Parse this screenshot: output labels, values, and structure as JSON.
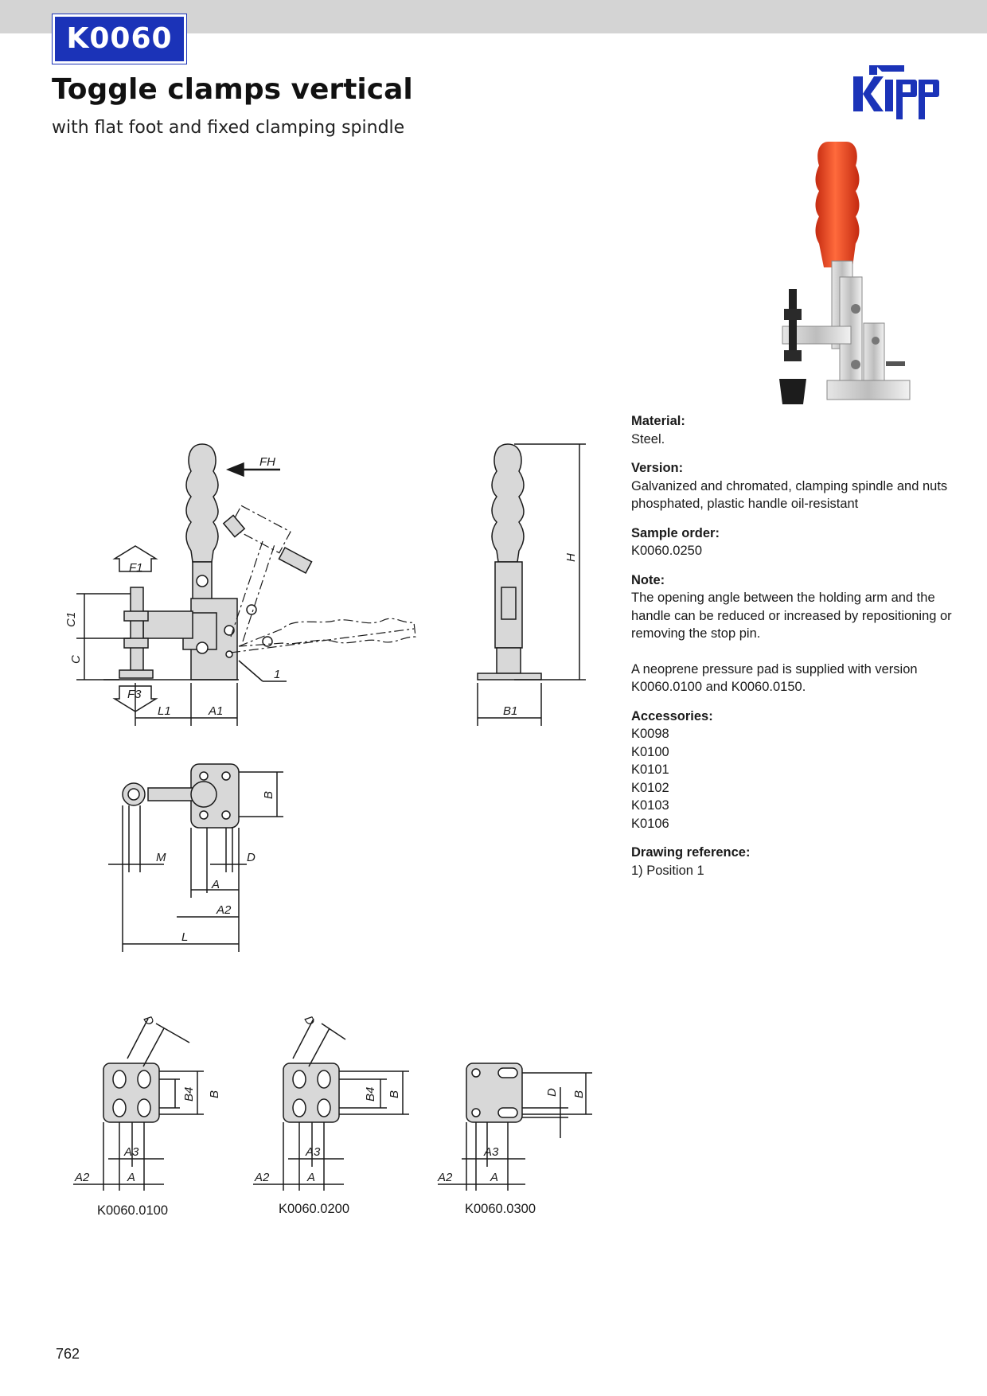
{
  "header": {
    "code": "K0060"
  },
  "title": "Toggle clamps vertical",
  "subtitle": "with flat foot and fixed clamping spindle",
  "logo": {
    "icon": "kipp-logo",
    "color": "#1b33b8"
  },
  "colors": {
    "brand": "#1b33b8",
    "handle": "#e8401e",
    "header_bar": "#d4d4d4"
  },
  "info": {
    "material": {
      "label": "Material:",
      "text": "Steel."
    },
    "version": {
      "label": "Version:",
      "lines": [
        "Galvanized and chromated, clamping spindle and nuts",
        "phosphated, plastic handle oil-resistant"
      ]
    },
    "sample_order": {
      "label": "Sample order:",
      "text": "K0060.0250"
    },
    "note": {
      "label": "Note:",
      "lines": [
        "The opening angle between the holding arm and the",
        "handle can be reduced or increased by repositioning or",
        "removing the stop pin."
      ],
      "lines2": [
        "A neoprene pressure pad is supplied with version",
        "K0060.0100 and K0060.0150."
      ]
    },
    "accessories": {
      "label": "Accessories:",
      "items": [
        "K0098",
        "K0100",
        "K0101",
        "K0102",
        "K0103",
        "K0106"
      ]
    },
    "drawing_reference": {
      "label": "Drawing reference:",
      "text": "1) Position 1"
    }
  },
  "drawing_labels": {
    "fh": "FH",
    "f1": "F1",
    "f3": "F3",
    "c1": "C1",
    "c": "C",
    "l1": "L1",
    "a1": "A1",
    "one": "1",
    "h": "H",
    "b1": "B1",
    "b": "B",
    "m": "M",
    "d": "D",
    "a": "A",
    "a2": "A2",
    "l": "L",
    "a3": "A3",
    "b4": "B4"
  },
  "variants": [
    "K0060.0100",
    "K0060.0200",
    "K0060.0300"
  ],
  "page_number": "762"
}
